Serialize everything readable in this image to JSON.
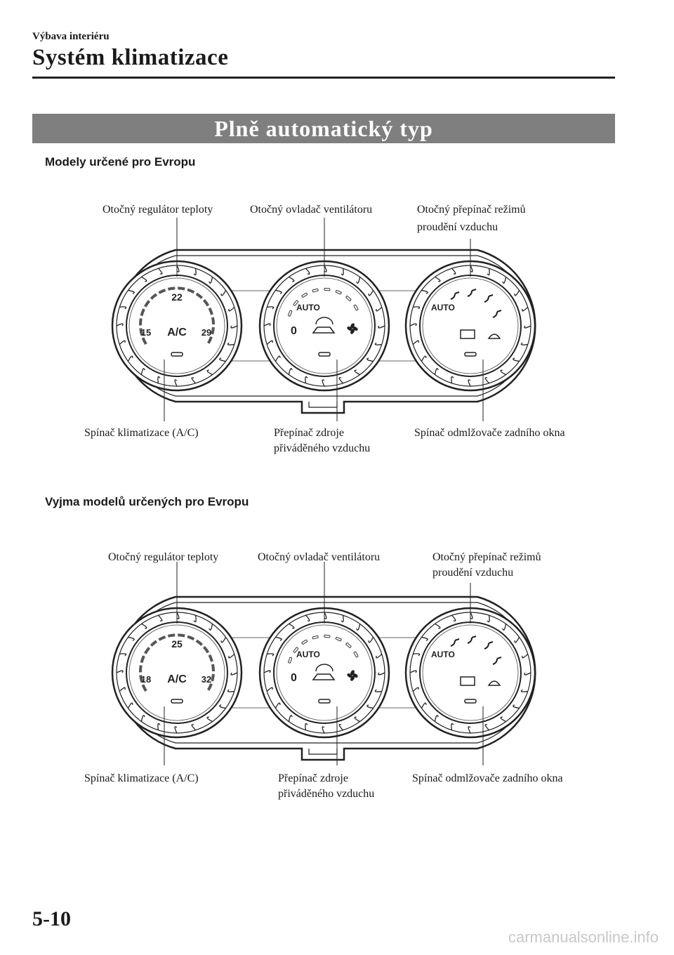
{
  "header": {
    "breadcrumb": "Výbava interiéru",
    "chapter_title": "Systém klimatizace"
  },
  "section": {
    "banner_title": "Plně automatický typ"
  },
  "figures": [
    {
      "subheading": "Modely určené pro Evropu",
      "labels": {
        "temp_dial": "Otočný regulátor teploty",
        "fan_dial": "Otočný ovladač ventilátoru",
        "mode_dial_1": "Otočný přepínač režimů",
        "mode_dial_2": "proudění vzduchu",
        "ac_switch": "Spínač klimatizace (A/C)",
        "intake_1": "Přepínač zdroje",
        "intake_2": "přiváděného vzduchu",
        "defrost": "Spínač odmlžovače zadního okna"
      },
      "panel": {
        "temp_top": "22",
        "temp_min": "15",
        "temp_max": "29",
        "ac": "A/C",
        "fan_auto": "AUTO",
        "fan_zero": "0",
        "mode_auto": "AUTO"
      }
    },
    {
      "subheading": "Vyjma modelů určených pro Evropu",
      "labels": {
        "temp_dial": "Otočný regulátor teploty",
        "fan_dial": "Otočný ovladač ventilátoru",
        "mode_dial_1": "Otočný přepínač režimů",
        "mode_dial_2": "proudění vzduchu",
        "ac_switch": "Spínač klimatizace (A/C)",
        "intake_1": "Přepínač zdroje",
        "intake_2": "přiváděného vzduchu",
        "defrost": "Spínač odmlžovače zadního okna"
      },
      "panel": {
        "temp_top": "25",
        "temp_min": "18",
        "temp_max": "32",
        "ac": "A/C",
        "fan_auto": "AUTO",
        "fan_zero": "0",
        "mode_auto": "AUTO"
      }
    }
  ],
  "footer": {
    "page_number": "5-10",
    "watermark": "carmanualsonline.info"
  }
}
